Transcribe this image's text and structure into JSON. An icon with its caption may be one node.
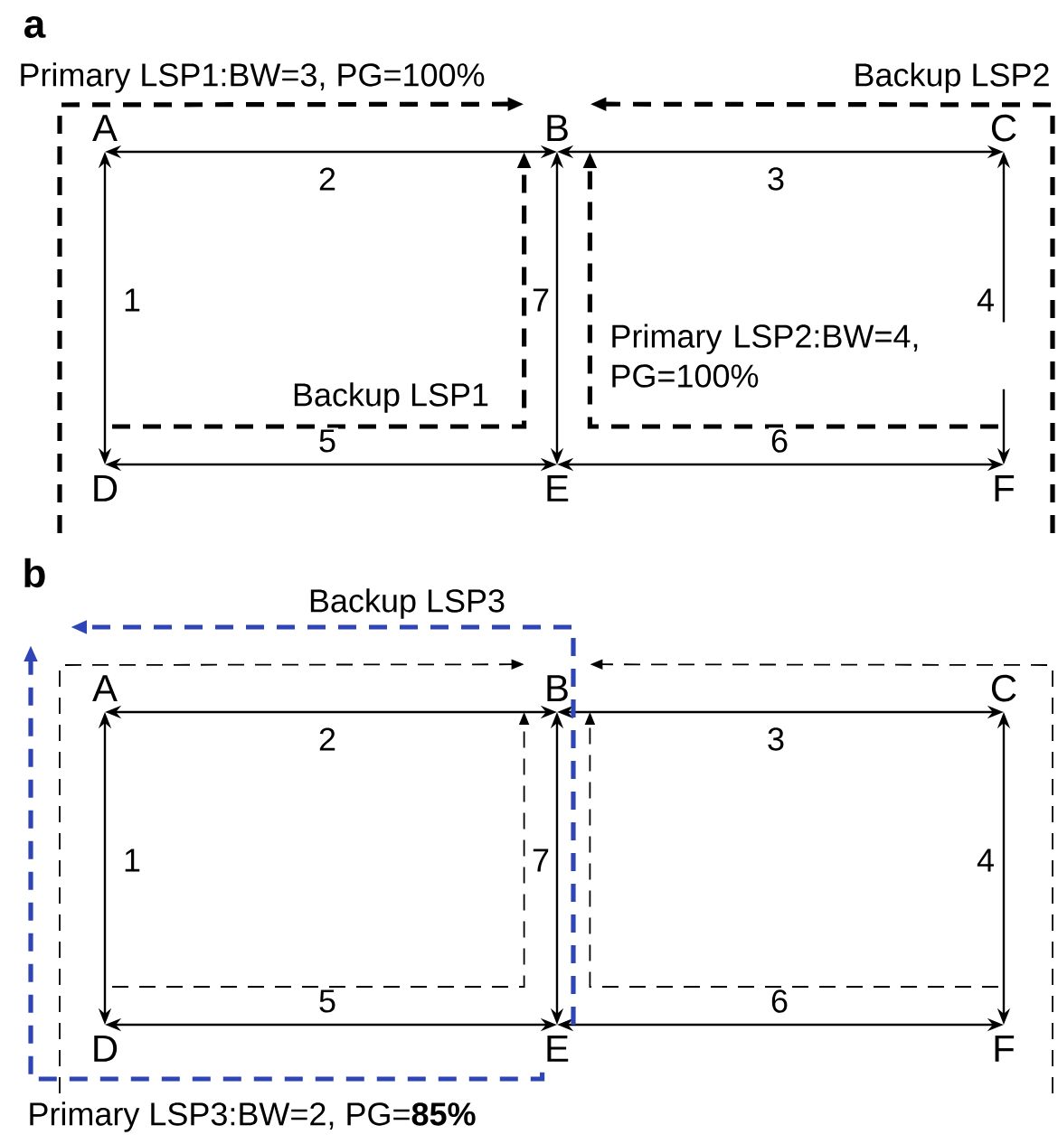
{
  "diagram": {
    "nodes": [
      {
        "text": [
          "A"
        ]
      },
      {
        "text": [
          "B"
        ]
      },
      {
        "text": [
          "C"
        ]
      },
      {
        "text": [
          "D"
        ]
      },
      {
        "text": [
          "E"
        ]
      },
      {
        "text": [
          "F"
        ]
      },
      {
        "text": [
          "A"
        ]
      },
      {
        "text": [
          "B"
        ]
      },
      {
        "text": [
          "C"
        ]
      },
      {
        "text": [
          "D"
        ]
      },
      {
        "text": [
          "E"
        ]
      },
      {
        "text": [
          "F"
        ]
      }
    ],
    "edges": [
      {
        "from": 0,
        "to": 3,
        "arrow": "both",
        "label": "1"
      },
      {
        "from": 0,
        "to": 1,
        "arrow": "both",
        "label": "2"
      },
      {
        "from": 1,
        "to": 2,
        "arrow": "both",
        "label": "3"
      },
      {
        "from": 2,
        "to": 5,
        "arrow": "both",
        "label": "4"
      },
      {
        "from": 3,
        "to": 4,
        "arrow": "both",
        "label": "5"
      },
      {
        "from": 4,
        "to": 5,
        "arrow": "both",
        "label": "6"
      },
      {
        "from": 1,
        "to": 4,
        "arrow": "both",
        "label": "7"
      },
      {
        "from": null,
        "to": 1,
        "arrow": "to",
        "style": "dashed",
        "label": "Primary LSP1:BW=3, PG=100%"
      },
      {
        "from": null,
        "to": 1,
        "arrow": "to",
        "style": "dashed",
        "label": "Backup LSP1"
      },
      {
        "from": null,
        "to": 1,
        "arrow": "to",
        "style": "dashed",
        "label": "Backup LSP2"
      },
      {
        "from": null,
        "to": 1,
        "arrow": "to",
        "style": "dashed",
        "label": "Primary LSP2:BW=4, PG=100%"
      },
      {
        "from": 6,
        "to": 9,
        "arrow": "both",
        "label": "1"
      },
      {
        "from": 6,
        "to": 7,
        "arrow": "both",
        "label": "2"
      },
      {
        "from": 7,
        "to": 8,
        "arrow": "both",
        "label": "3"
      },
      {
        "from": 8,
        "to": 11,
        "arrow": "both",
        "label": "4"
      },
      {
        "from": 9,
        "to": 10,
        "arrow": "both",
        "label": "5"
      },
      {
        "from": 10,
        "to": 11,
        "arrow": "both",
        "label": "6"
      },
      {
        "from": 7,
        "to": 10,
        "arrow": "both",
        "label": "7"
      },
      {
        "from": null,
        "to": 7,
        "arrow": "to",
        "style": "dashed"
      },
      {
        "from": null,
        "to": 7,
        "arrow": "to",
        "style": "dashed"
      },
      {
        "from": null,
        "to": 7,
        "arrow": "to",
        "style": "dashed"
      },
      {
        "from": null,
        "to": 7,
        "arrow": "to",
        "style": "dashed"
      },
      {
        "from": 10,
        "to": null,
        "arrow": "to",
        "style": "dashed",
        "color": "#2f45b5",
        "label": "Backup LSP3"
      },
      {
        "from": 10,
        "to": null,
        "arrow": "to",
        "style": "dashed",
        "color": "#2f45b5",
        "label": "Primary LSP3:BW=2, PG=**85%**"
      }
    ],
    "labels": [
      "a",
      "b"
    ]
  }
}
